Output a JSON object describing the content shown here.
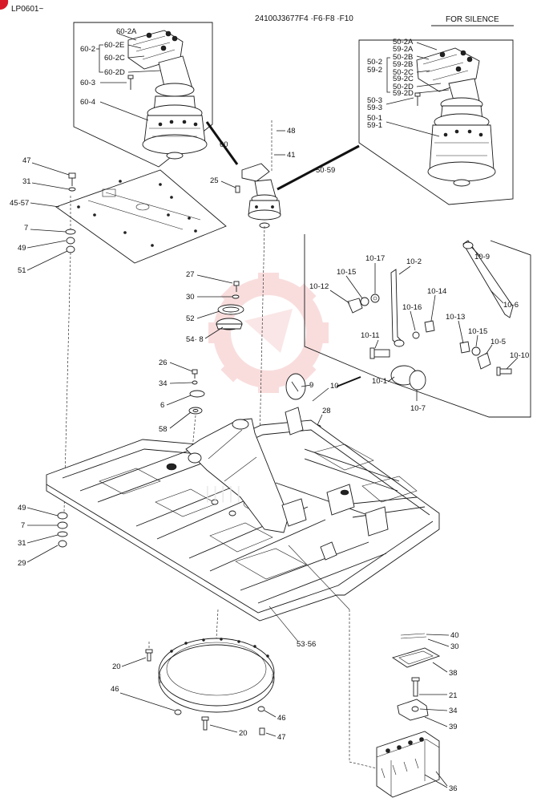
{
  "header": {
    "page_code": "LP0601~",
    "model_ref": "24100J3677F4 ·F6·F8 ·F10",
    "silence_note": "FOR SILENCE"
  },
  "colors": {
    "ink": "#1a1a1a",
    "corner_badge": "#d7192a",
    "watermark": "#f3b5b5"
  },
  "labels": {
    "p60_2A": "60-2A",
    "p60_2E": "60-2E",
    "p60_2C": "60-2C",
    "p60_2D": "60-2D",
    "p60_2": "60-2",
    "p60_3": "60-3",
    "p60_4": "60-4",
    "p60": "60",
    "p50_2A": "50-2A",
    "p59_2A": "59-2A",
    "p50_2B": "50-2B",
    "p59_2B": "59-2B",
    "p50_2": "50-2",
    "p59_2": "59-2",
    "p50_2C": "50-2C",
    "p59_2C": "59-2C",
    "p50_2D": "50-2D",
    "p59_2D": "59-2D",
    "p50_3": "50-3",
    "p59_3": "59-3",
    "p50_1": "50-1",
    "p59_1": "59-1",
    "p50_59": "50·59",
    "p48": "48",
    "p41": "41",
    "p25": "25",
    "p47a": "47",
    "p31a": "31",
    "p45_57": "45-57",
    "p7a": "7",
    "p49a": "49",
    "p51": "51",
    "p27": "27",
    "p30a": "30",
    "p52": "52",
    "p54_8": "54· 8",
    "p26": "26",
    "p34a": "34",
    "p6": "6",
    "p58": "58",
    "p10_17": "10-17",
    "p10_2": "10-2",
    "p10_15a": "10-15",
    "p10_12": "10-12",
    "p10_14": "10-14",
    "p10_16": "10-16",
    "p10_11": "10-11",
    "p10_1": "10-1",
    "p10_7": "10-7",
    "p10_9": "10-9",
    "p10_6": "10-6",
    "p10_13": "10-13",
    "p10_15b": "10-15",
    "p10_5": "10-5",
    "p10_10": "10-10",
    "p9": "9",
    "p10": "10",
    "p28": "28",
    "p49b": "49",
    "p7b": "7",
    "p31b": "31",
    "p29": "29",
    "p53_56": "53·56",
    "p20a": "20",
    "p20b": "20",
    "p46a": "46",
    "p46b": "46",
    "p47b": "47",
    "p40": "40",
    "p30b": "30",
    "p38": "38",
    "p21": "21",
    "p34b": "34",
    "p39": "39",
    "p36": "36"
  }
}
